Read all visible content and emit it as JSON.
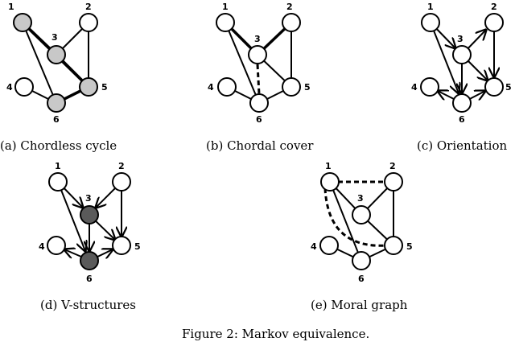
{
  "figure": {
    "caption": "Figure 2: Markov equivalence."
  },
  "nodes": {
    "n1": "1",
    "n2": "2",
    "n3": "3",
    "n4": "4",
    "n5": "5",
    "n6": "6"
  },
  "colors": {
    "stroke": "#000000",
    "fill": "#ffffff",
    "highlight": "#c8c8c8",
    "dark": "#5a5a5a"
  },
  "panels": [
    {
      "id": "a",
      "caption": "(a) Chordless cycle",
      "highlight": [
        "1",
        "3",
        "5",
        "6"
      ]
    },
    {
      "id": "b",
      "caption": "(b) Chordal cover"
    },
    {
      "id": "c",
      "caption": "(c) Orientation"
    },
    {
      "id": "d",
      "caption": "(d) V-structures",
      "dark": [
        "3",
        "6"
      ]
    },
    {
      "id": "e",
      "caption": "(e) Moral graph"
    }
  ]
}
